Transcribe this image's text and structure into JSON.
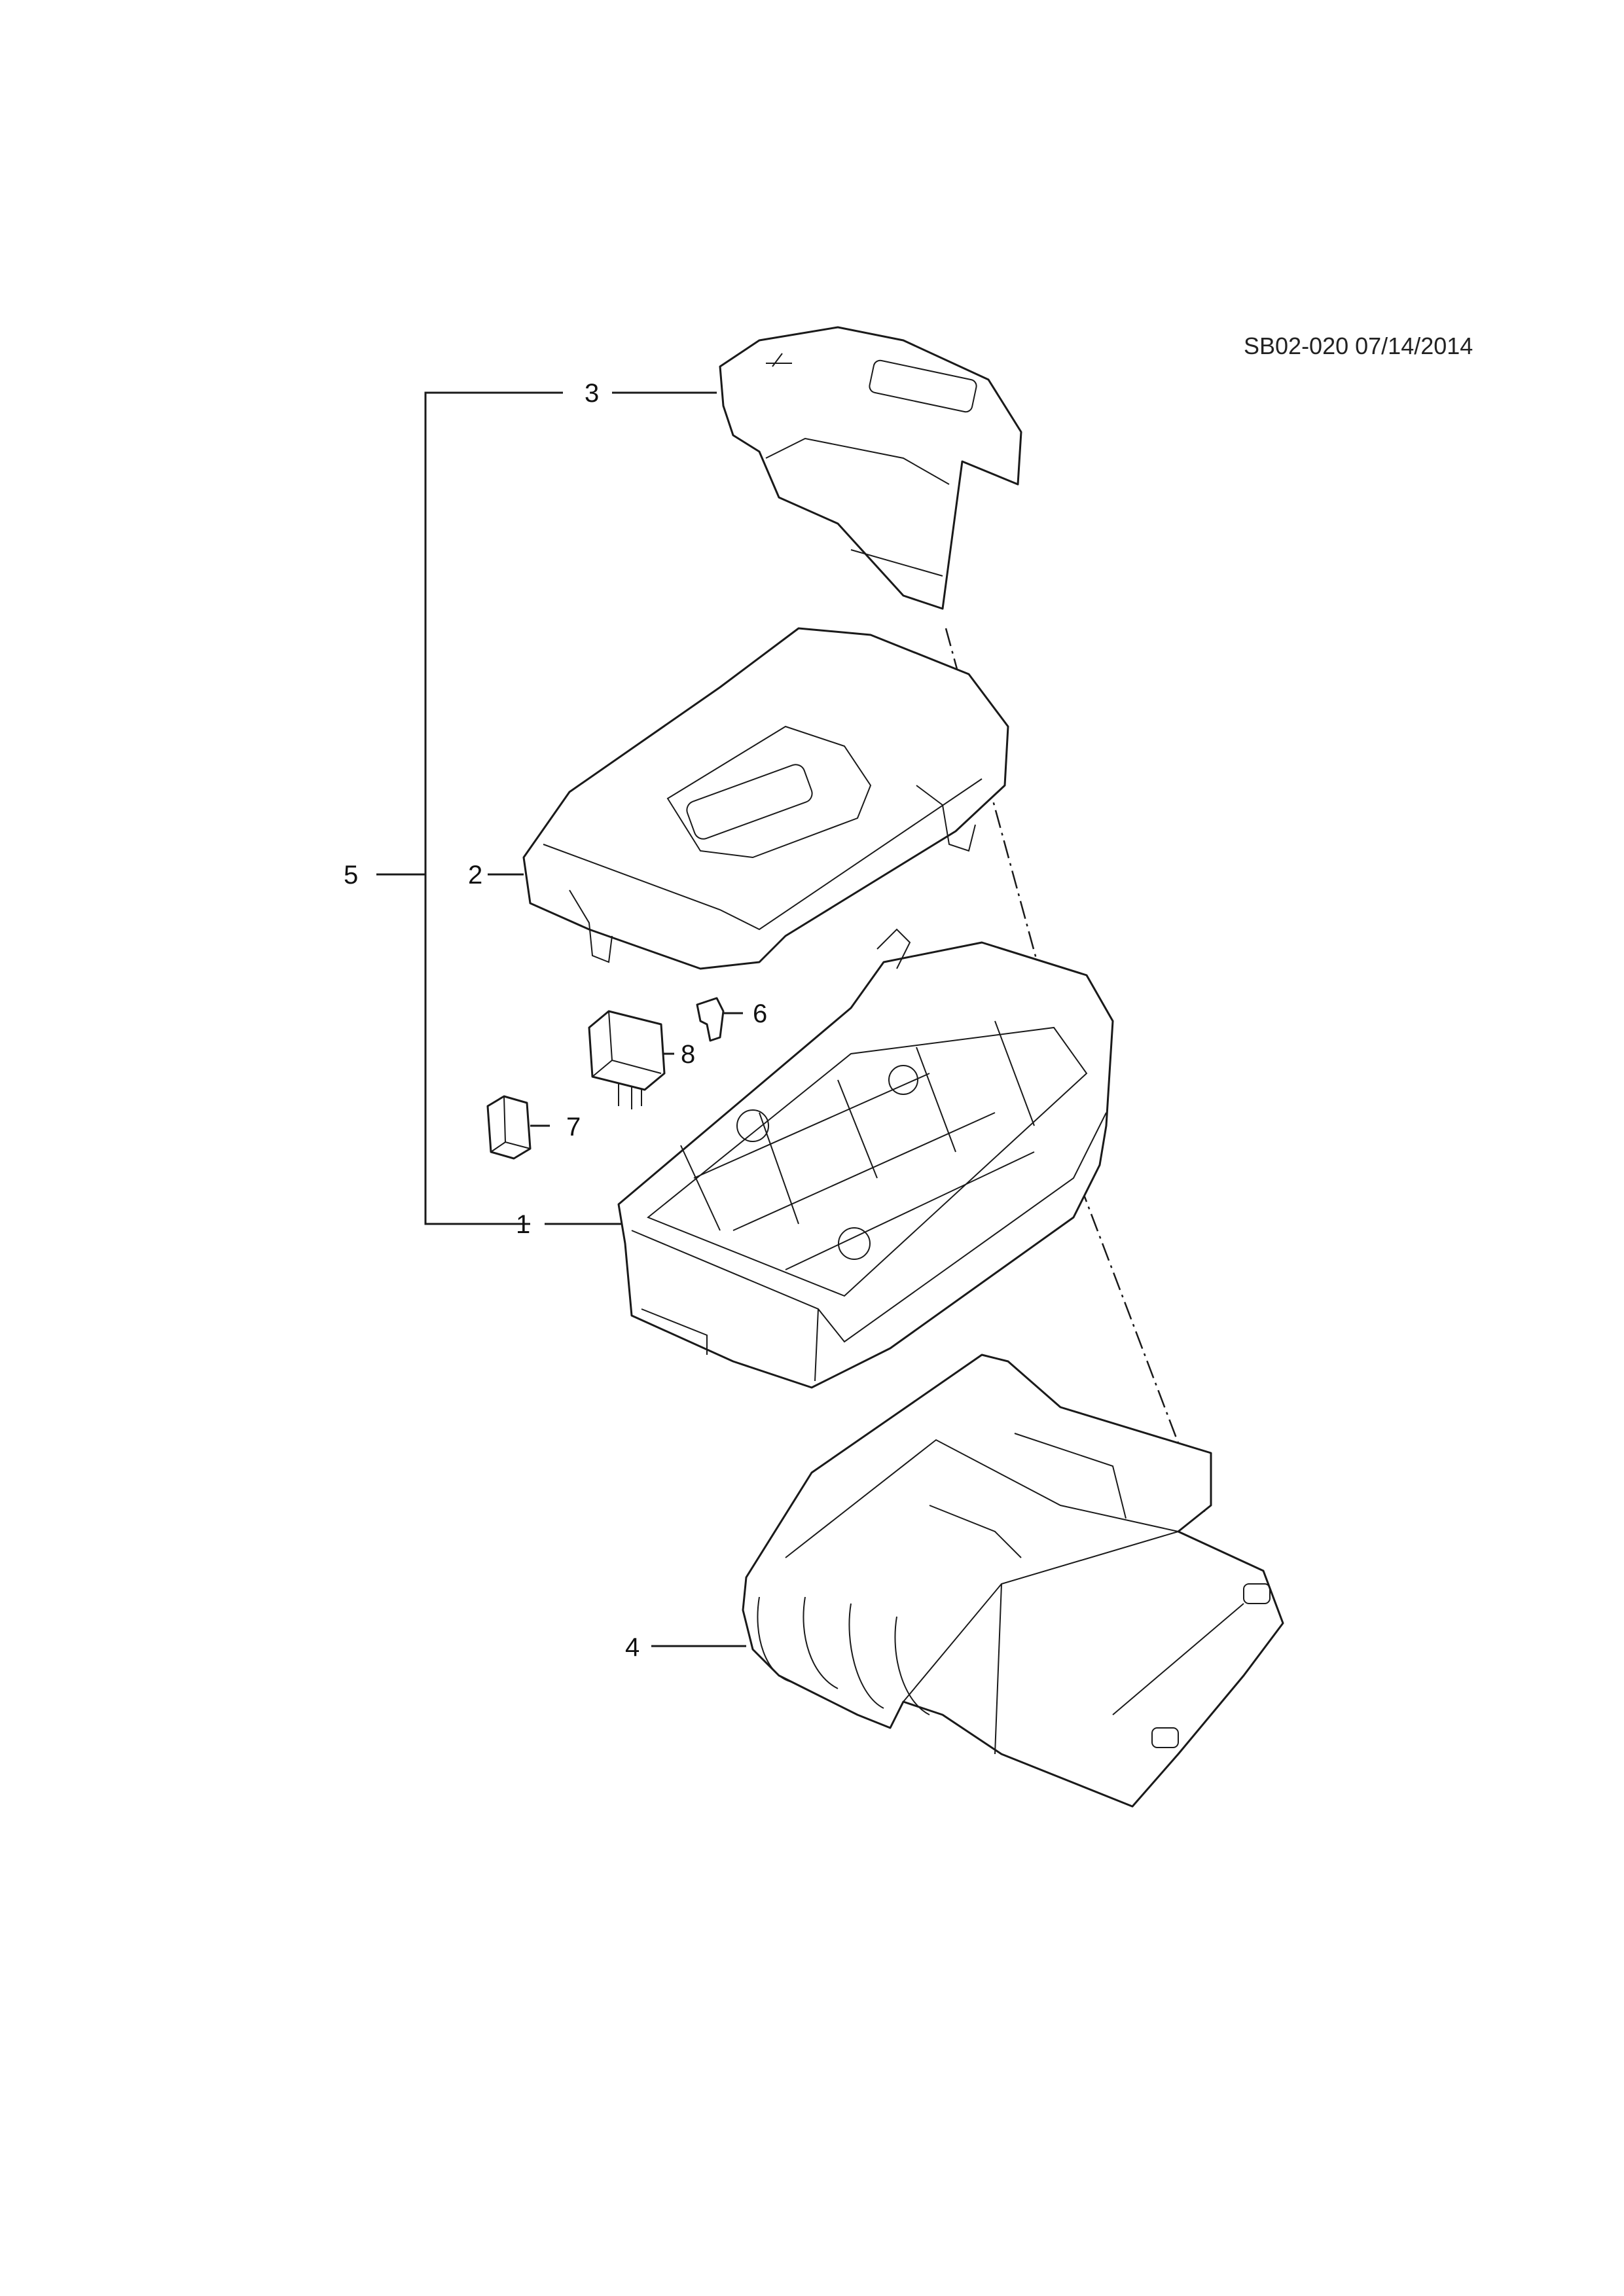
{
  "document": {
    "reference": "SB02-020 07/14/2014"
  },
  "callouts": [
    {
      "id": "1",
      "label": "1"
    },
    {
      "id": "2",
      "label": "2"
    },
    {
      "id": "3",
      "label": "3"
    },
    {
      "id": "4",
      "label": "4"
    },
    {
      "id": "5",
      "label": "5"
    },
    {
      "id": "6",
      "label": "6"
    },
    {
      "id": "7",
      "label": "7"
    },
    {
      "id": "8",
      "label": "8"
    }
  ],
  "parts": [
    {
      "callout": "1",
      "icon": "fuse-block-base-icon"
    },
    {
      "callout": "2",
      "icon": "fuse-block-cover-icon"
    },
    {
      "callout": "3",
      "icon": "battery-terminal-cover-icon"
    },
    {
      "callout": "4",
      "icon": "mounting-bracket-icon"
    },
    {
      "callout": "6",
      "icon": "mini-fuse-icon"
    },
    {
      "callout": "7",
      "icon": "maxi-fuse-icon"
    },
    {
      "callout": "8",
      "icon": "relay-icon"
    }
  ]
}
